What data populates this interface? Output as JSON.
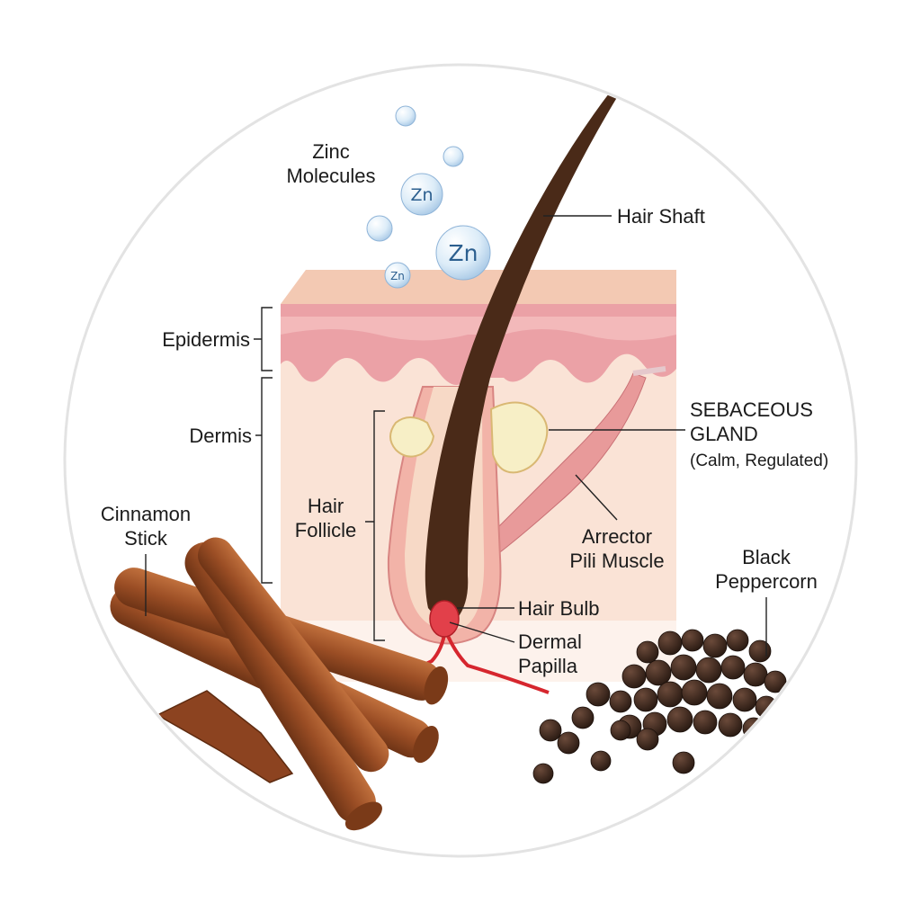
{
  "labels": {
    "zinc": [
      "Zinc",
      "Molecules"
    ],
    "hair_shaft": "Hair Shaft",
    "epidermis": "Epidermis",
    "dermis": "Dermis",
    "sebaceous": [
      "SEBACEOUS",
      "GLAND",
      "(Calm, Regulated)"
    ],
    "hair_follicle": [
      "Hair",
      "Follicle"
    ],
    "arrector": [
      "Arrector",
      "Pili Muscle"
    ],
    "cinnamon": [
      "Cinnamon",
      "Stick"
    ],
    "peppercorn": [
      "Black",
      "Peppercorn"
    ],
    "hair_bulb": "Hair Bulb",
    "dermal_papilla": [
      "Dermal",
      "Papilla"
    ],
    "zn_symbol": "Zn"
  },
  "colors": {
    "skin_top": "#f3c9b3",
    "epidermis": "#eba1a6",
    "dermis": "#fae3d6",
    "hair": "#4a2a18",
    "sebum": "#f7efc6",
    "muscle": "#e89a9a",
    "vessel": "#d6262e",
    "cinnamon": "#9b4e25",
    "peppercorn": "#3a2620",
    "zinc_bubble": "#d5e8f7"
  }
}
